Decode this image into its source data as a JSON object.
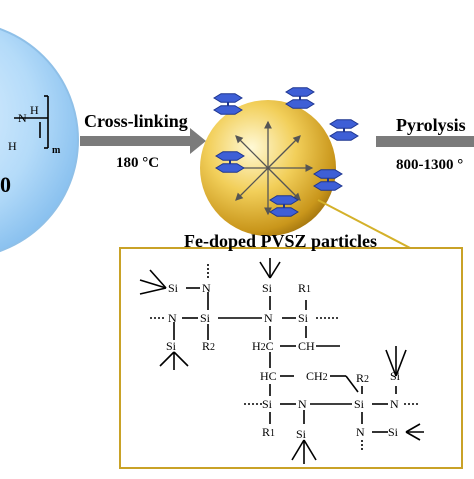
{
  "monomer": {
    "h_top": "H",
    "n": "N",
    "h_left": "H",
    "subscript": "m",
    "digit": "0"
  },
  "step1": {
    "label": "Cross-linking",
    "condition": "180 °C"
  },
  "step2": {
    "label": "Pyrolysis",
    "condition": "800-1300 °"
  },
  "particle": {
    "caption": "Fe-doped PVSZ particles"
  },
  "structure": {
    "si": "Si",
    "n": "N",
    "r1": "R",
    "r1_sub": "1",
    "r2": "R",
    "r2_sub": "2",
    "ch": "CH",
    "h2c": "H",
    "h2c_sub": "2",
    "c": "C",
    "hc": "HC",
    "ch2": "CH",
    "ch2_sub": "2"
  },
  "colors": {
    "sphere_inner": "#fff6c8",
    "sphere_outer": "#b8860b",
    "ferrocene": "#3e5fd6",
    "arrow": "#7a7a7a",
    "callout_box": "#d4b12a",
    "bubble": "#9fcff5"
  }
}
